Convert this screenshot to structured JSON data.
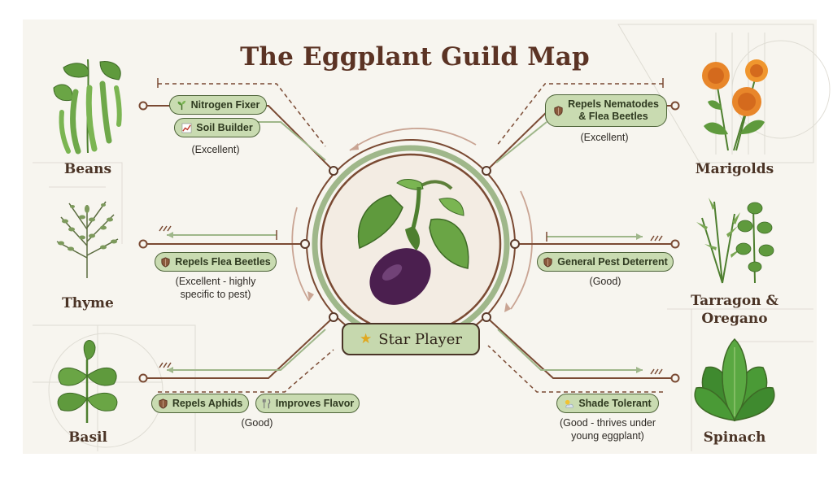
{
  "title": "The Eggplant Guild Map",
  "center": {
    "label": "Star Player",
    "icon": "star-icon"
  },
  "plants": {
    "beans": {
      "name": "Beans",
      "benefits": [
        {
          "label": "Nitrogen Fixer",
          "icon": "sprout-icon"
        },
        {
          "label": "Soil Builder",
          "icon": "chart-up-icon"
        }
      ],
      "rating": "(Excellent)"
    },
    "thyme": {
      "name": "Thyme",
      "benefits": [
        {
          "label": "Repels Flea Beetles",
          "icon": "shield-icon"
        }
      ],
      "rating_lines": [
        "(Excellent - highly",
        "specific to pest)"
      ]
    },
    "basil": {
      "name": "Basil",
      "benefits": [
        {
          "label": "Repels Aphids",
          "icon": "shield-icon"
        },
        {
          "label": "Improves Flavor",
          "icon": "fork-knife-icon"
        }
      ],
      "rating": "(Good)"
    },
    "marigolds": {
      "name": "Marigolds",
      "benefits": [
        {
          "label_lines": [
            "Repels Nematodes",
            "& Flea Beetles"
          ],
          "icon": "shield-icon"
        }
      ],
      "rating": "(Excellent)"
    },
    "tarragon_oregano": {
      "name_lines": [
        "Tarragon &",
        "Oregano"
      ],
      "benefits": [
        {
          "label": "General Pest Deterrent",
          "icon": "shield-icon"
        }
      ],
      "rating": "(Good)"
    },
    "spinach": {
      "name": "Spinach",
      "benefits": [
        {
          "label": "Shade Tolerant",
          "icon": "sun-cloud-icon"
        }
      ],
      "rating_lines": [
        "(Good - thrives under",
        "young eggplant)"
      ]
    }
  },
  "colors": {
    "title": "#5b3324",
    "pill_fill": "#c9dbb1",
    "pill_border": "#4d6338",
    "connector_brown": "#7a4a33",
    "connector_green": "#9fb78a",
    "eggplant": "#4b1f4f"
  }
}
